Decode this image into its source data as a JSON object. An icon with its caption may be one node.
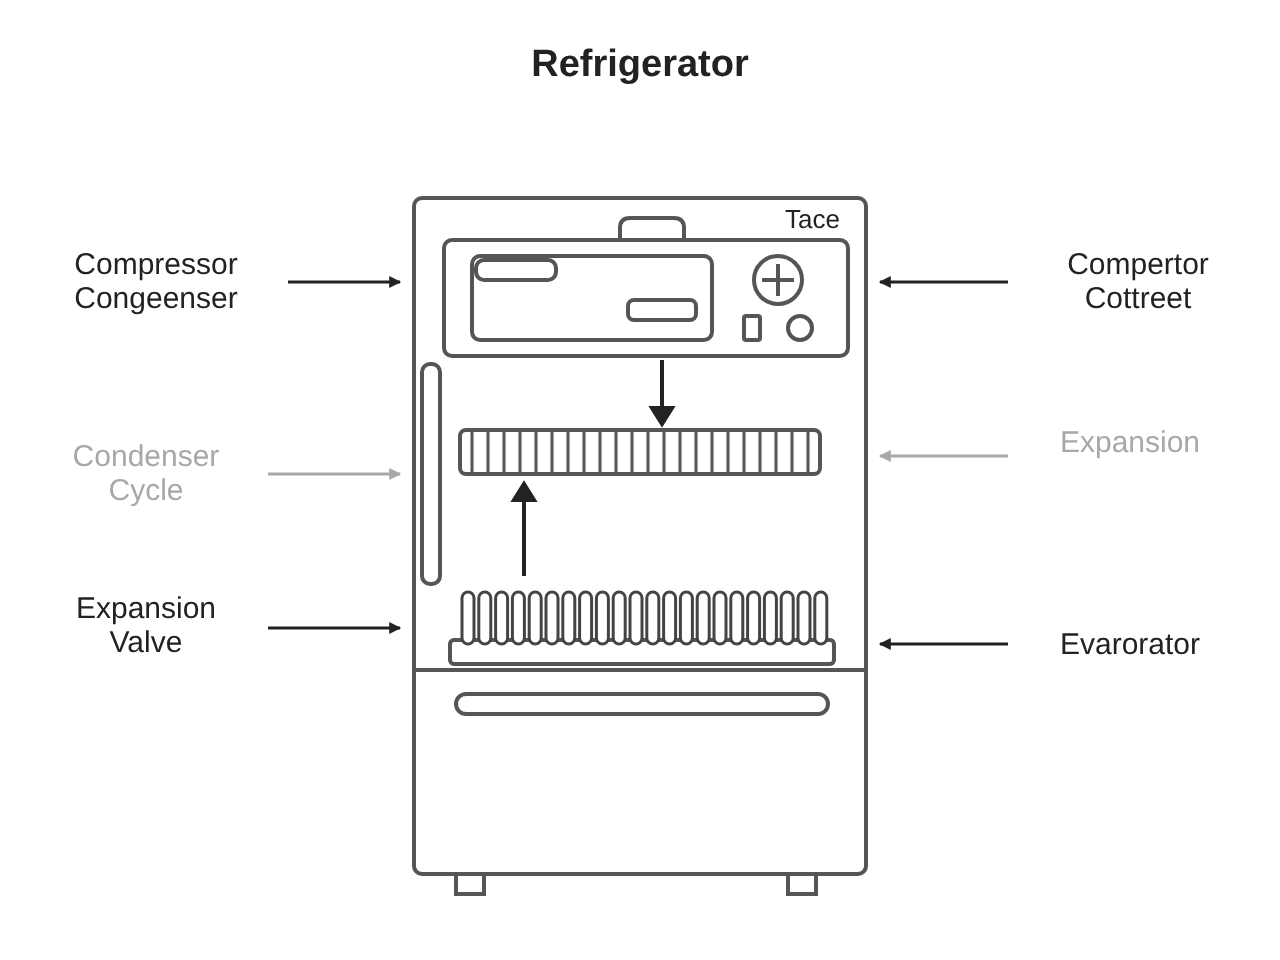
{
  "diagram": {
    "title": "Refrigerator",
    "nodes": [
      {
        "text": [],
        "shape": "picture"
      },
      {
        "text": [
          "Compressor Congeenser"
        ]
      },
      {
        "text": [
          "Condenser Cycle"
        ]
      },
      {
        "text": [
          "Expansion Valve"
        ]
      },
      {
        "text": [
          "Compertor Cottreet"
        ]
      },
      {
        "text": [
          "Expansion"
        ]
      },
      {
        "text": [
          "Evarorator"
        ]
      }
    ],
    "edges": [
      {
        "from": 1,
        "to": 0,
        "arrow": "to"
      },
      {
        "from": 2,
        "to": 0,
        "arrow": "to",
        "color": "#a8a8a8"
      },
      {
        "from": 3,
        "to": 0,
        "arrow": "to"
      },
      {
        "from": 4,
        "to": 0,
        "arrow": "to"
      },
      {
        "from": 5,
        "to": 0,
        "arrow": "to",
        "color": "#a8a8a8"
      },
      {
        "from": 6,
        "to": 0,
        "arrow": "to"
      }
    ],
    "labels": [
      "Tace"
    ]
  }
}
